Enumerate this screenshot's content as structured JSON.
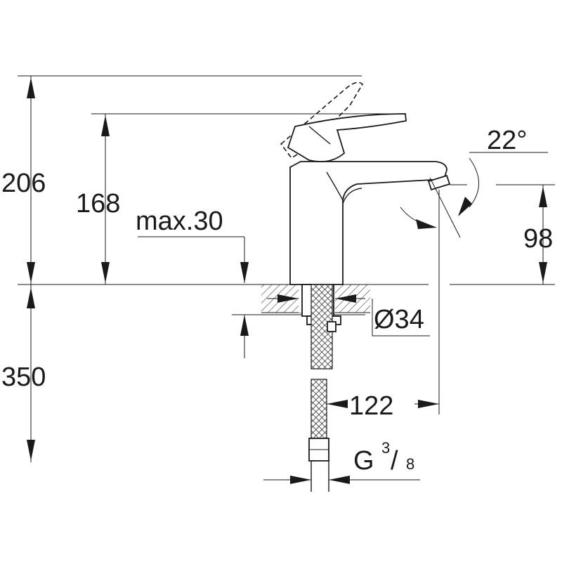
{
  "dimensions": {
    "total_height": "206",
    "lever_height": "168",
    "max_thickness": "max.30",
    "spout_height": "98",
    "spout_angle": "22°",
    "hole_diameter": "Ø34",
    "spout_reach": "122",
    "hose_length": "350",
    "thread_prefix": "G",
    "thread_numerator": "3",
    "thread_slash": "/",
    "thread_denominator": "8"
  }
}
